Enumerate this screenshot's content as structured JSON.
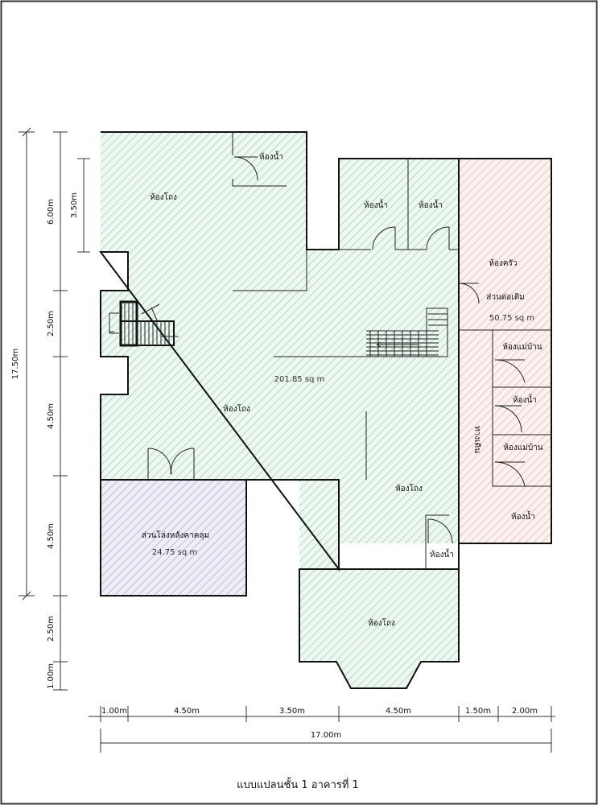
{
  "rooms": {
    "living_top_left": "ห้องโถง",
    "bath_top": "ห้องน้ำ",
    "bath_mid_1": "ห้องน้ำ",
    "bath_mid_2": "ห้องน้ำ",
    "kitchen": "ห้องครัว",
    "extension": "ส่วนต่อเติม",
    "extension_area": "50.75 sq m",
    "maid_1": "ห้องแม่บ้าน",
    "bath_right_1": "ห้องน้ำ",
    "maid_2": "ห้องแม่บ้าน",
    "walkway": "ทางเดิน",
    "bath_right_2": "ห้องน้ำ",
    "main_area": "201.85 sq m",
    "living_center": "ห้องโถง",
    "covered_open": "ส่วนโล่งหลังคาคลุม",
    "covered_open_area": "24.75 sq m",
    "living_right": "ห้องโถง",
    "bath_bottom": "ห้องน้ำ",
    "living_bottom": "ห้องโถง"
  },
  "dimensions": {
    "left_total": "17.50m",
    "left_segments": [
      "6.00m",
      "2.50m",
      "4.50m",
      "4.50m",
      "2.50m",
      "1.00m"
    ],
    "left_inner": "3.50m",
    "bottom_segments": [
      "1.00m",
      "4.50m",
      "3.50m",
      "4.50m",
      "1.50m",
      "2.00m"
    ],
    "bottom_total": "17.00m"
  },
  "caption": "แบบแปลนชั้น 1 อาคารที่ 1",
  "colors": {
    "green_hatch": "#9fd3b3",
    "green_fill": "#eef7f1",
    "pink_hatch": "#e8b9b3",
    "pink_fill": "#fbf1ef",
    "blue_hatch": "#b1b1d6",
    "blue_fill": "#eeeef7"
  }
}
